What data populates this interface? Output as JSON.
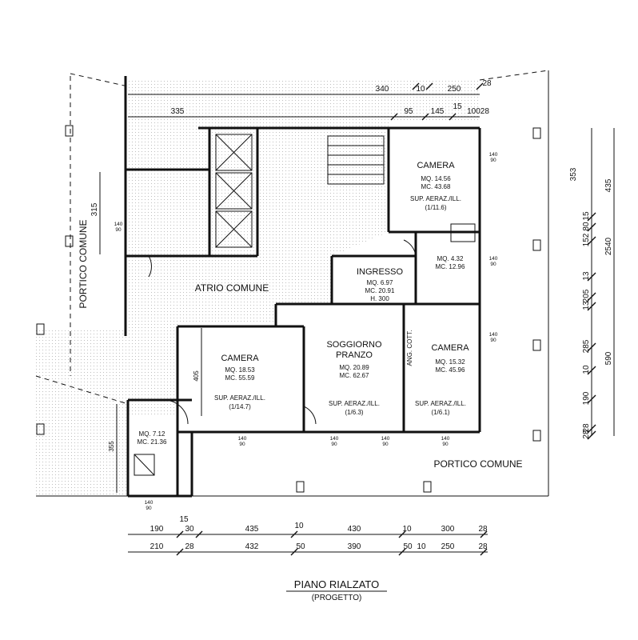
{
  "title": "PIANO RIALZATO",
  "subtitle": "(PROGETTO)",
  "rooms": {
    "camera1": {
      "name": "CAMERA",
      "mq": "MQ. 14.56",
      "mc": "MC. 43.68",
      "sup": "SUP. AERAZ./ILL.",
      "ratio": "(1/11.6)"
    },
    "bagno1": {
      "mq": "MQ. 4.32",
      "mc": "MC. 12.96"
    },
    "ingresso": {
      "name": "INGRESSO",
      "mq": "MQ. 6.97",
      "mc": "MC. 20.91",
      "h": "H. 300"
    },
    "soggiorno": {
      "name1": "SOGGIORNO",
      "name2": "PRANZO",
      "mq": "MQ. 20.89",
      "mc": "MC. 62.67",
      "sup": "SUP. AERAZ./ILL.",
      "ratio": "(1/6.3)"
    },
    "camera2": {
      "name": "CAMERA",
      "mq": "MQ. 15.32",
      "mc": "MC. 45.96",
      "sup": "SUP. AERAZ./ILL.",
      "ratio": "(1/6.1)"
    },
    "camera3": {
      "name": "CAMERA",
      "mq": "MQ. 18.53",
      "mc": "MC. 55.59",
      "sup": "SUP. AERAZ./ILL.",
      "ratio": "(1/14.7)"
    },
    "bagno2": {
      "mq": "MQ. 7.12",
      "mc": "MC. 21.36"
    },
    "atrio": {
      "name": "ATRIO COMUNE"
    },
    "portico_left": {
      "name": "PORTICO COMUNE"
    },
    "portico_bottom": {
      "name": "PORTICO COMUNE"
    },
    "ang_cott": {
      "name": "ANG. COTT."
    }
  },
  "window_label": {
    "top": "140",
    "bottom": "90"
  },
  "dims_top": {
    "d340": "340",
    "d10": "10",
    "d250": "250",
    "d28": "28",
    "d335": "335",
    "d95": "95",
    "d145": "145",
    "d15": "15",
    "d10028": "10028"
  },
  "dims_left": {
    "d315": "315",
    "d405": "405",
    "d355": "355"
  },
  "dims_right_inner": [
    "15",
    "80",
    "152",
    "13",
    "205",
    "13",
    "285",
    "10",
    "190",
    "28",
    "28"
  ],
  "dims_right_outer": [
    "353",
    "435",
    "2540",
    "590"
  ],
  "dims_bottom1": [
    "190",
    "15",
    "30",
    "435",
    "10",
    "430",
    "10",
    "300",
    "28"
  ],
  "dims_bottom2": [
    "210",
    "28",
    "432",
    "50",
    "390",
    "50",
    "10",
    "250",
    "28"
  ]
}
